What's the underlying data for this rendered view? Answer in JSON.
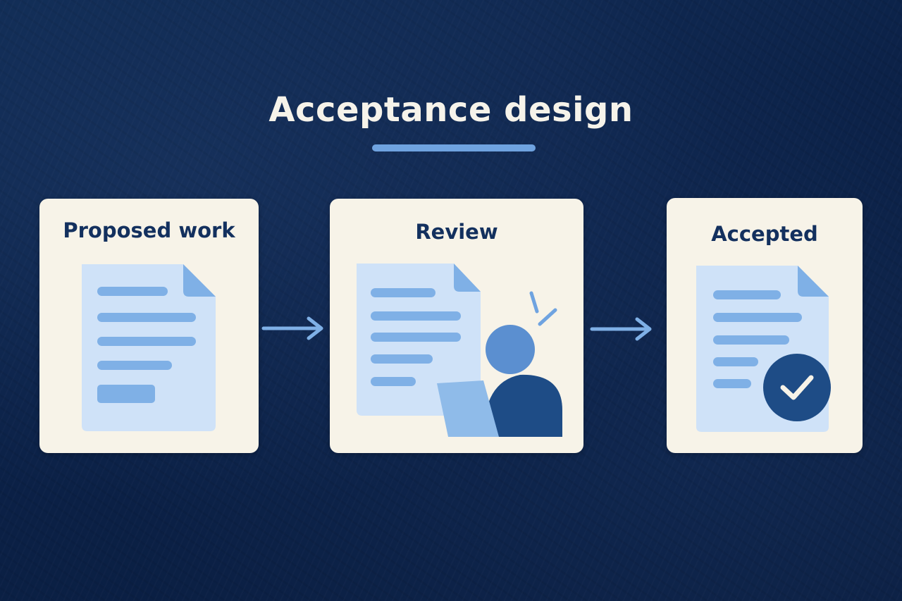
{
  "title": "Acceptance design",
  "cards": [
    {
      "label": "Proposed work"
    },
    {
      "label": "Review"
    },
    {
      "label": "Accepted"
    }
  ],
  "icons": {
    "proposed": "document-icon",
    "review": "reviewer-icon",
    "accepted": "check-icon"
  },
  "colors": {
    "background": "#0b2147",
    "card": "#f7f3e8",
    "label_text": "#13305e",
    "document_fill": "#cfe2f8",
    "document_lines": "#7fb0e6",
    "accent": "#6fa3e0",
    "dark_accent": "#1e4c86"
  }
}
